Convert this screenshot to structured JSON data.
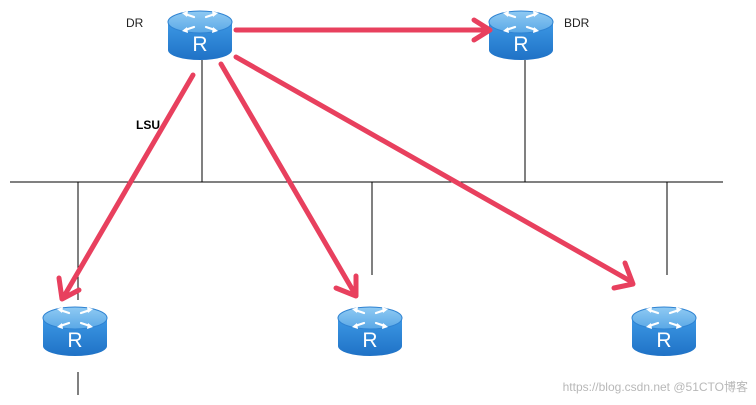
{
  "labels": {
    "dr": "DR",
    "bdr": "BDR",
    "lsu": "LSU"
  },
  "router_letter": "R",
  "watermark": "https://blog.csdn.net  @51CTO博客",
  "colors": {
    "arrow": "#e8405e",
    "line": "#000000",
    "router_top": "#6fb6ec",
    "router_body": "#2e87d8",
    "router_dark": "#1f6fbf"
  },
  "icons": [
    "router-icon",
    "arrow",
    "network-segment-line"
  ]
}
